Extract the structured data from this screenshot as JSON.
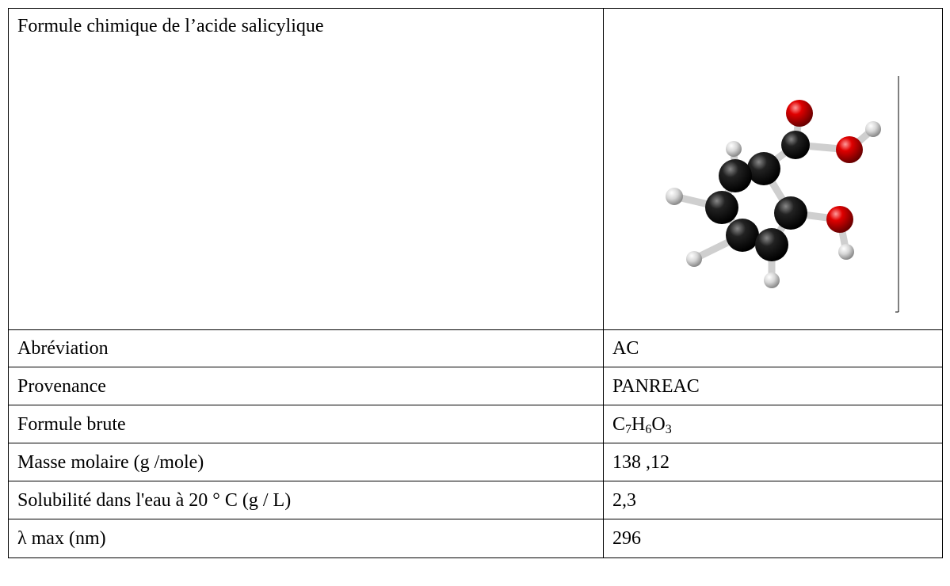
{
  "header": {
    "label": "Formule chimique de l’acide salicylique"
  },
  "rows": [
    {
      "label": "Abréviation",
      "value": "AC"
    },
    {
      "label": "Provenance",
      "value": "PANREAC"
    },
    {
      "label": "Formule brute",
      "formula": [
        {
          "el": "C",
          "n": "7"
        },
        {
          "el": "H",
          "n": "6"
        },
        {
          "el": "O",
          "n": "3"
        }
      ]
    },
    {
      "label": "Masse molaire (g /mole)",
      "value": "138 ,12"
    },
    {
      "label": "Solubilité dans l'eau à 20 ° C (g / L)",
      "value": "2,3"
    },
    {
      "label": "λ max (nm)",
      "value": "296"
    }
  ],
  "molecule": {
    "colors": {
      "carbon": "#111111",
      "oxygen": "#d40000",
      "hydrogen": "#d8d8d8",
      "bond": "#cfcfcf"
    }
  }
}
